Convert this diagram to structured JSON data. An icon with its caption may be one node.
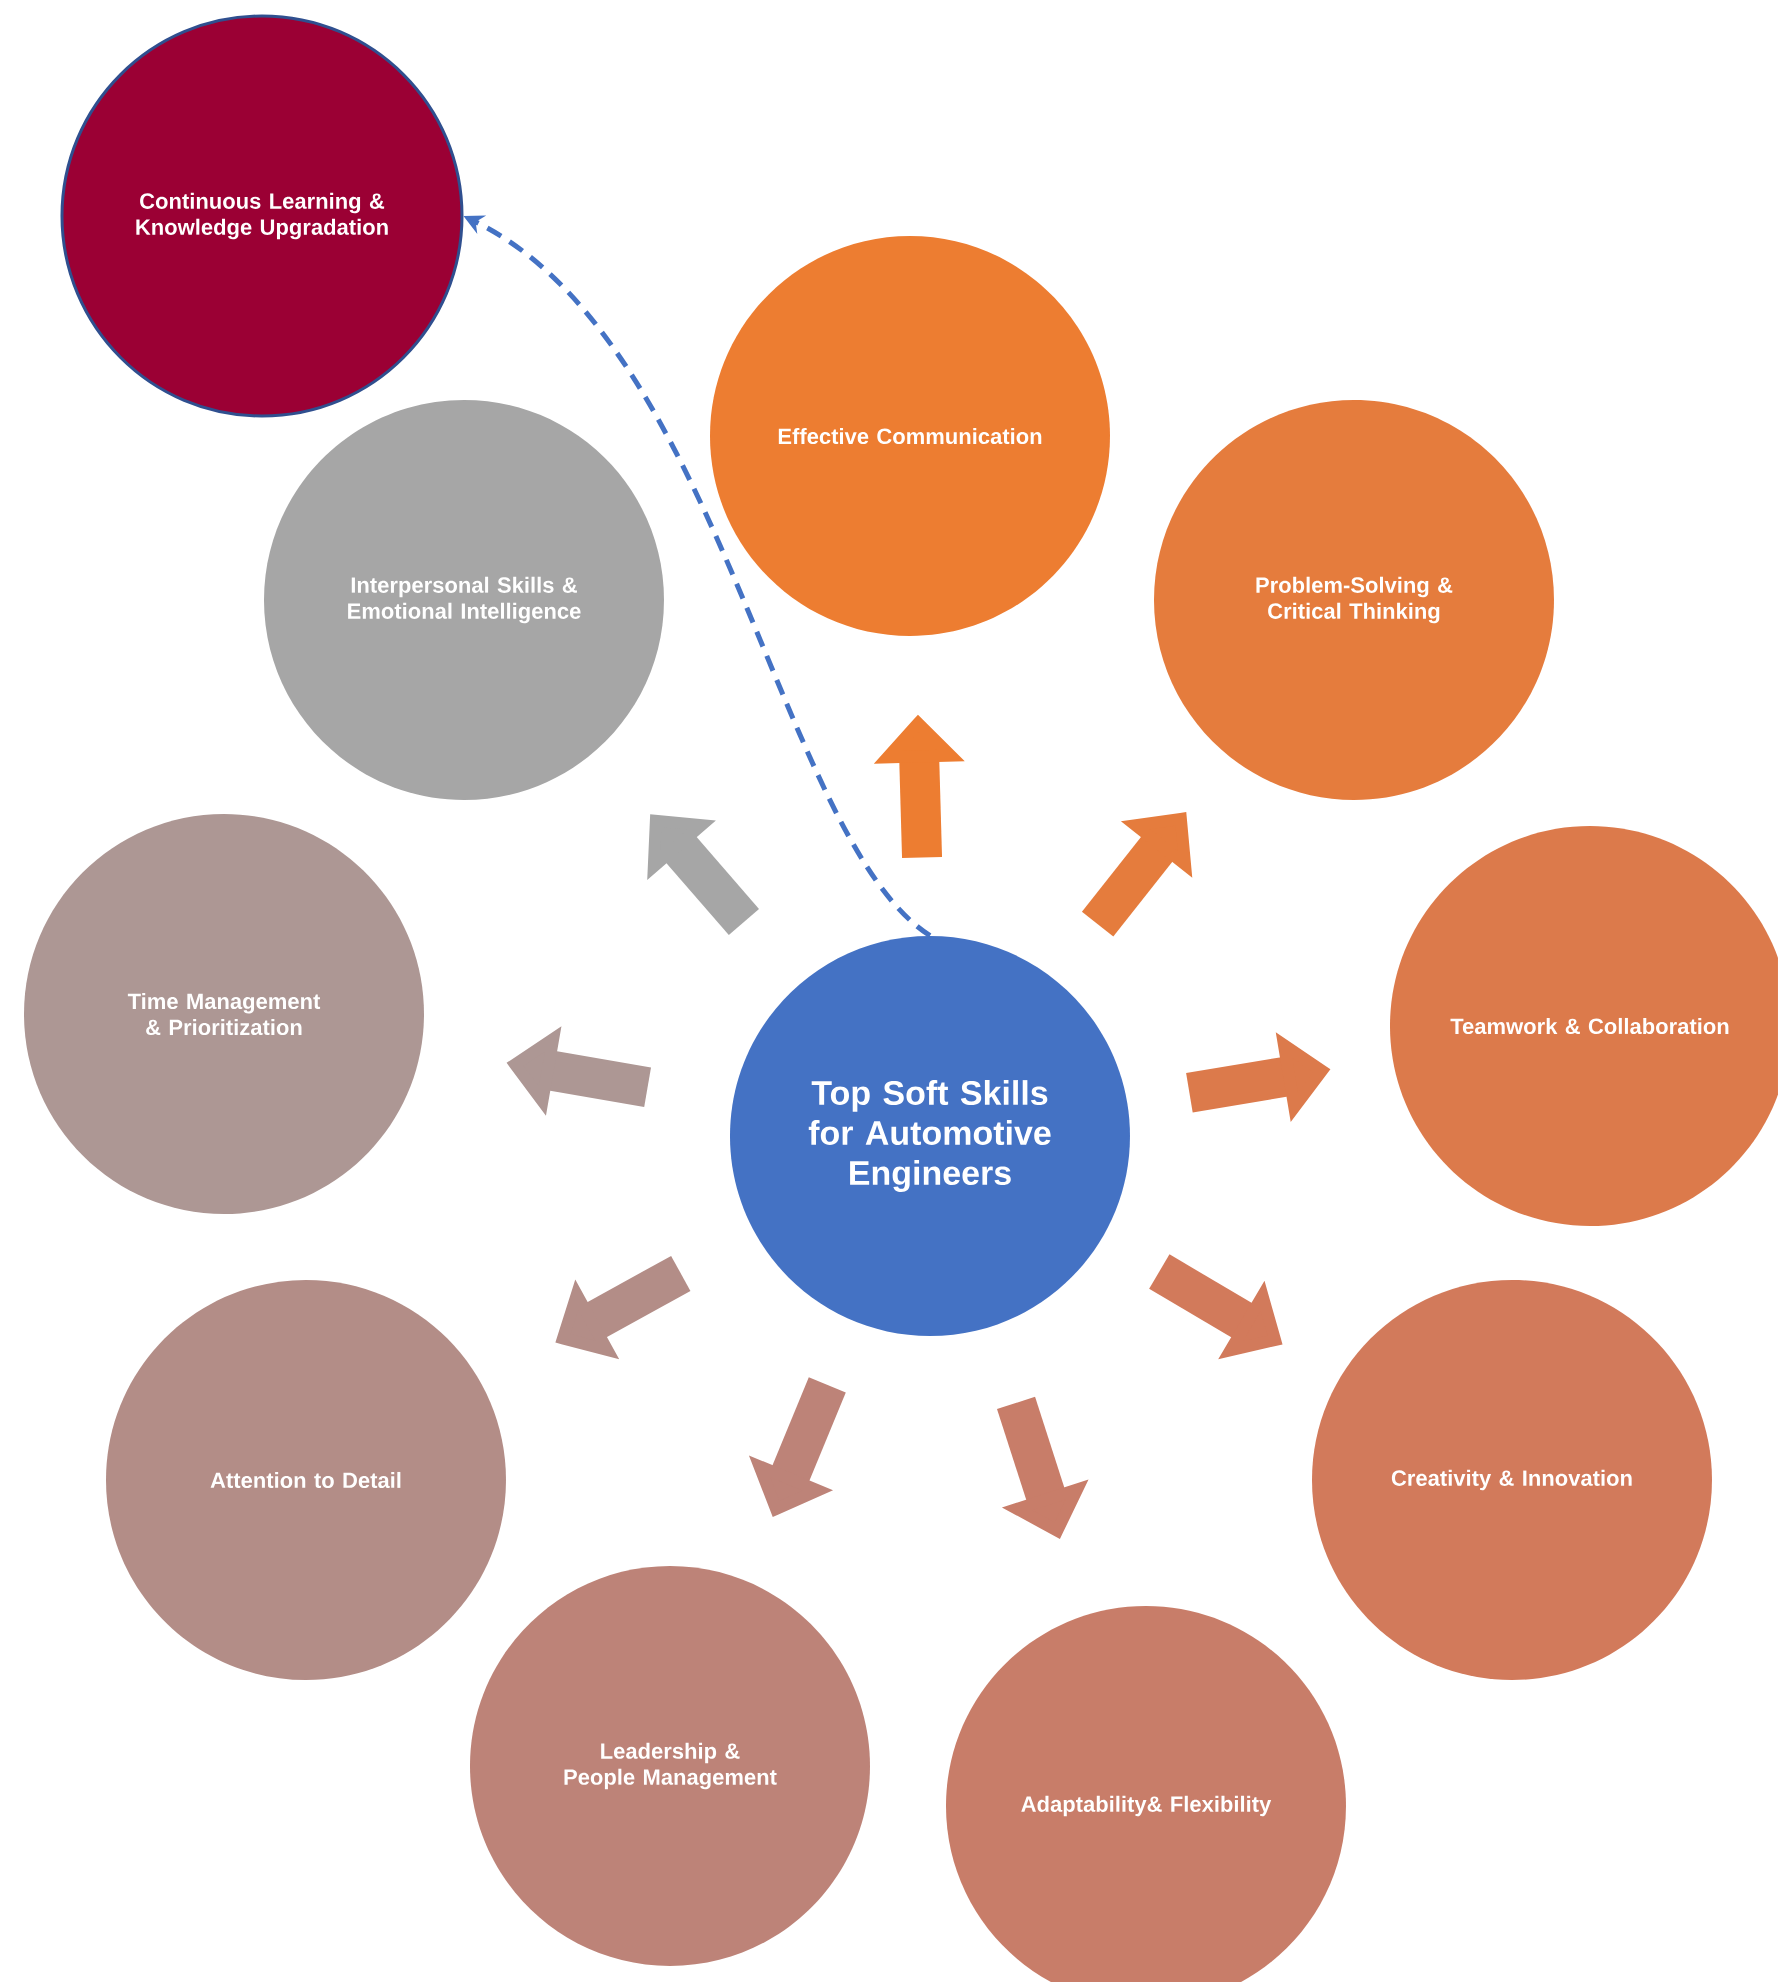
{
  "diagram": {
    "nodes": [
      {
        "text": [
          "Top Soft Skills for Automotive Engineers"
        ]
      },
      {
        "text": [
          "Effective Communication"
        ]
      },
      {
        "text": [
          "Problem-Solving & Critical Thinking"
        ]
      },
      {
        "text": [
          "Teamwork & Collaboration"
        ]
      },
      {
        "text": [
          "Creativity & Innovation"
        ]
      },
      {
        "text": [
          "Adaptability& Flexibility"
        ]
      },
      {
        "text": [
          "Leadership & People Management"
        ]
      },
      {
        "text": [
          "Attention to Detail"
        ]
      },
      {
        "text": [
          "Time Management & Prioritization"
        ]
      },
      {
        "text": [
          "Interpersonal Skills & Emotional Intelligence"
        ]
      },
      {
        "text": [
          "Continuous Learning & Knowledge Upgradation"
        ]
      }
    ],
    "edges": [
      {
        "from": 0,
        "to": 1,
        "arrow": "to",
        "color": "#ed7d31"
      },
      {
        "from": 0,
        "to": 2,
        "arrow": "to",
        "color": "#e57c3d"
      },
      {
        "from": 0,
        "to": 3,
        "arrow": "to",
        "color": "#dc7a4b"
      },
      {
        "from": 0,
        "to": 4,
        "arrow": "to",
        "color": "#d27a5b"
      },
      {
        "from": 0,
        "to": 5,
        "arrow": "to",
        "color": "#c87d69"
      },
      {
        "from": 0,
        "to": 6,
        "arrow": "to",
        "color": "#bd8378"
      },
      {
        "from": 0,
        "to": 7,
        "arrow": "to",
        "color": "#b38d87"
      },
      {
        "from": 0,
        "to": 8,
        "arrow": "to",
        "color": "#ad9794"
      },
      {
        "from": 0,
        "to": 9,
        "arrow": "to",
        "color": "#a6a6a6"
      },
      {
        "from": 0,
        "to": 10,
        "arrow": "to",
        "style": "dashed",
        "color": "#4472c4"
      }
    ]
  }
}
